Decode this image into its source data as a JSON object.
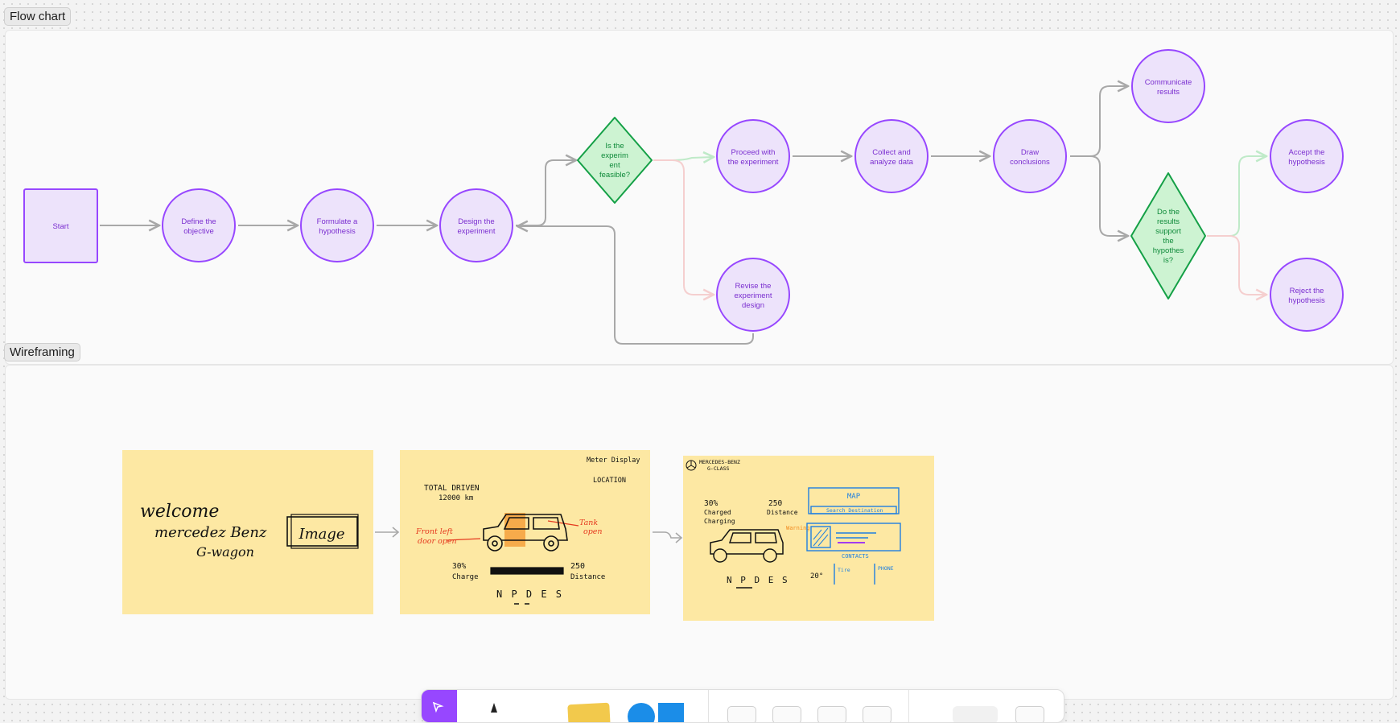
{
  "sections": {
    "flowchart": {
      "label": "Flow chart"
    },
    "wireframing": {
      "label": "Wireframing"
    }
  },
  "flowchart": {
    "start": "Start",
    "define": [
      "Define the",
      "objective"
    ],
    "formulate": [
      "Formulate a",
      "hypothesis"
    ],
    "design": [
      "Design the",
      "experiment"
    ],
    "feasible": [
      "Is the",
      "experim",
      "ent",
      "feasible?"
    ],
    "proceed": [
      "Proceed with",
      "the experiment"
    ],
    "revise": [
      "Revise the",
      "experiment",
      "design"
    ],
    "collect": [
      "Collect and",
      "analyze data"
    ],
    "draw": [
      "Draw",
      "conclusions"
    ],
    "communicate": [
      "Communicate",
      "results"
    ],
    "support": [
      "Do the",
      "results",
      "support",
      "the",
      "hypothes",
      "is?"
    ],
    "accept": [
      "Accept the",
      "hypothesis"
    ],
    "reject": [
      "Reject the",
      "hypothesis"
    ]
  },
  "wireframes": {
    "card1": {
      "welcome": [
        "welcome",
        "mercedez Benz",
        "G-wagon"
      ],
      "image_box": "Image"
    },
    "card2": {
      "top_right": [
        "Meter Display",
        "LOCATION"
      ],
      "total_driven": [
        "TOTAL DRIVEN",
        "12000 km"
      ],
      "door_label": [
        "Front left",
        "door open"
      ],
      "tank_label": [
        "Tank",
        "open"
      ],
      "charge": [
        "30%",
        "Charge"
      ],
      "distance": [
        "250",
        "Distance"
      ],
      "gear": "N P D E S"
    },
    "card3": {
      "brand": [
        "MERCEDES-BENZ",
        "G-CLASS"
      ],
      "charge": [
        "30%",
        "Charged",
        "Charging"
      ],
      "distance": [
        "250",
        "Distance"
      ],
      "map": "MAP",
      "search": "Search Destination",
      "contacts": "CONTACTS",
      "gear": "N P D E S",
      "temp": "20°",
      "tire": "Tire",
      "phone": "PHONE",
      "warn": "Warning"
    }
  },
  "colors": {
    "purple": "#9747ff",
    "node_fill": "#ede3fb",
    "green": "#14a046",
    "diamond_fill": "#cdf3d2",
    "card": "#fde8a3"
  },
  "toolbar": {
    "tools": [
      "select-tool",
      "pen-tool",
      "sticky-note-tool",
      "shape-tool"
    ]
  }
}
